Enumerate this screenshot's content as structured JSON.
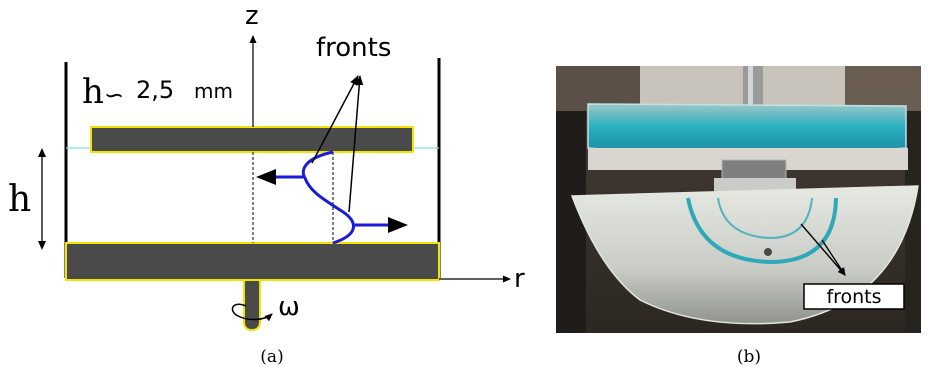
{
  "panel_a": {
    "axis_z": "z",
    "axis_r": "r",
    "gap_label_prefix": "h",
    "gap_label_tilde": "∽",
    "gap_label_value": "2,5",
    "gap_label_unit": "mm",
    "h_label": "h",
    "omega_label": "ω",
    "fronts_label": "fronts",
    "caption": "(a)"
  },
  "panel_b": {
    "fronts_label": "fronts",
    "caption": "(b)"
  },
  "colors": {
    "plate_fill": "#4a4a4a",
    "plate_edge": "#f2e600",
    "front": "#1a1adb",
    "liquid_line": "#7fe0e0",
    "photo_bg": "#2f2a24",
    "blue_liquid": "#2fa8b8"
  },
  "icons": [
    "omega-rotation-arrow-icon",
    "front-arrow-icon"
  ]
}
